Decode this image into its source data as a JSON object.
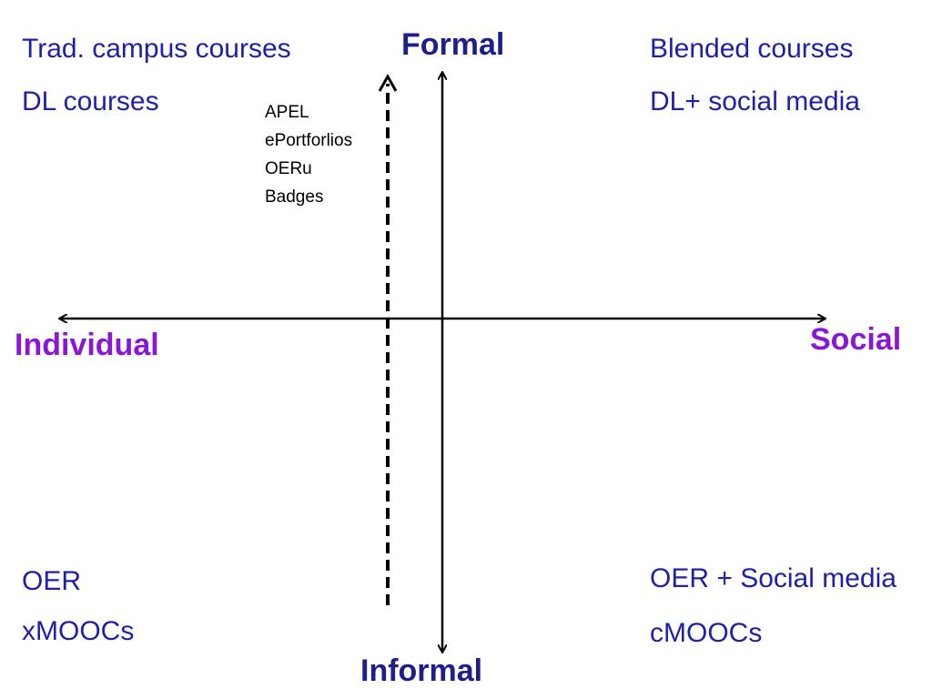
{
  "colors": {
    "quadrant_text": "#1f1fa8",
    "vertical_axis_label": "#1f1f8c",
    "horizontal_axis_label": "#8a16d8",
    "axis_line": "#000000",
    "annotation_text": "#000000"
  },
  "axes": {
    "top_label": "Formal",
    "bottom_label": "Informal",
    "left_label": "Individual",
    "right_label": "Social"
  },
  "quadrants": {
    "top_left": [
      "Trad. campus courses",
      "DL courses"
    ],
    "top_right": [
      "Blended courses",
      "DL+ social media"
    ],
    "bottom_left": [
      "OER",
      "xMOOCs"
    ],
    "bottom_right": [
      "OER + Social media",
      "cMOOCs"
    ]
  },
  "dashed_axis_labels": [
    "APEL",
    "ePortforlios",
    "OERu",
    "Badges"
  ]
}
